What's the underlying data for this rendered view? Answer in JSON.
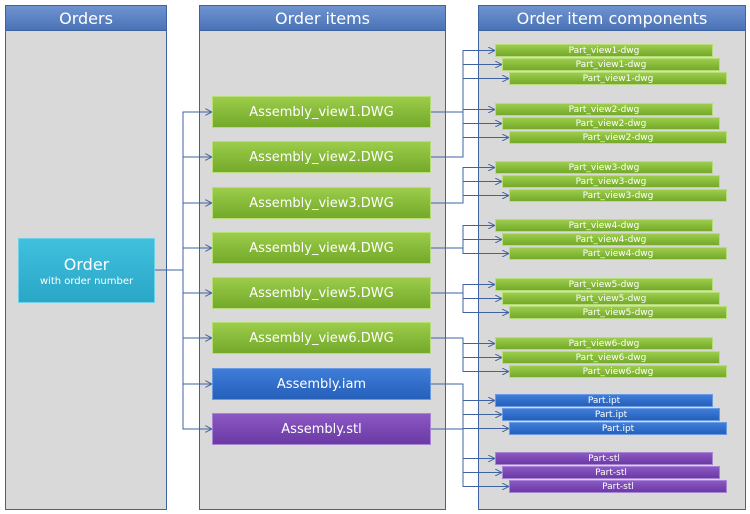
{
  "columns": {
    "orders": "Orders",
    "order_items": "Order items",
    "components": "Order item components"
  },
  "order": {
    "title": "Order",
    "subtitle": "with order number"
  },
  "items": [
    {
      "label": "Assembly_view1.DWG",
      "color": "green"
    },
    {
      "label": "Assembly_view2.DWG",
      "color": "green"
    },
    {
      "label": "Assembly_view3.DWG",
      "color": "green"
    },
    {
      "label": "Assembly_view4.DWG",
      "color": "green"
    },
    {
      "label": "Assembly_view5.DWG",
      "color": "green"
    },
    {
      "label": "Assembly_view6.DWG",
      "color": "green"
    },
    {
      "label": "Assembly.iam",
      "color": "blue"
    },
    {
      "label": "Assembly.stl",
      "color": "purple"
    }
  ],
  "component_groups": [
    {
      "parts": [
        "Part_view1-dwg",
        "Part_view1-dwg",
        "Part_view1-dwg"
      ],
      "color": "green"
    },
    {
      "parts": [
        "Part_view2-dwg",
        "Part_view2-dwg",
        "Part_view2-dwg"
      ],
      "color": "green"
    },
    {
      "parts": [
        "Part_view3-dwg",
        "Part_view3-dwg",
        "Part_view3-dwg"
      ],
      "color": "green"
    },
    {
      "parts": [
        "Part_view4-dwg",
        "Part_view4-dwg",
        "Part_view4-dwg"
      ],
      "color": "green"
    },
    {
      "parts": [
        "Part_view5-dwg",
        "Part_view5-dwg",
        "Part_view5-dwg"
      ],
      "color": "green"
    },
    {
      "parts": [
        "Part_view6-dwg",
        "Part_view6-dwg",
        "Part_view6-dwg"
      ],
      "color": "green"
    },
    {
      "parts": [
        "Part.ipt",
        "Part.ipt",
        "Part.ipt"
      ],
      "color": "blue"
    },
    {
      "parts": [
        "Part-stl",
        "Part-stl",
        "Part-stl"
      ],
      "color": "purple"
    }
  ],
  "colors": {
    "header": "#4a73b8",
    "column_bg": "#d9d9d9",
    "connector": "#3f63a0",
    "order": "#2aa6c6",
    "green": "#84b735",
    "blue": "#2e6bc8",
    "purple": "#7a49b3"
  }
}
